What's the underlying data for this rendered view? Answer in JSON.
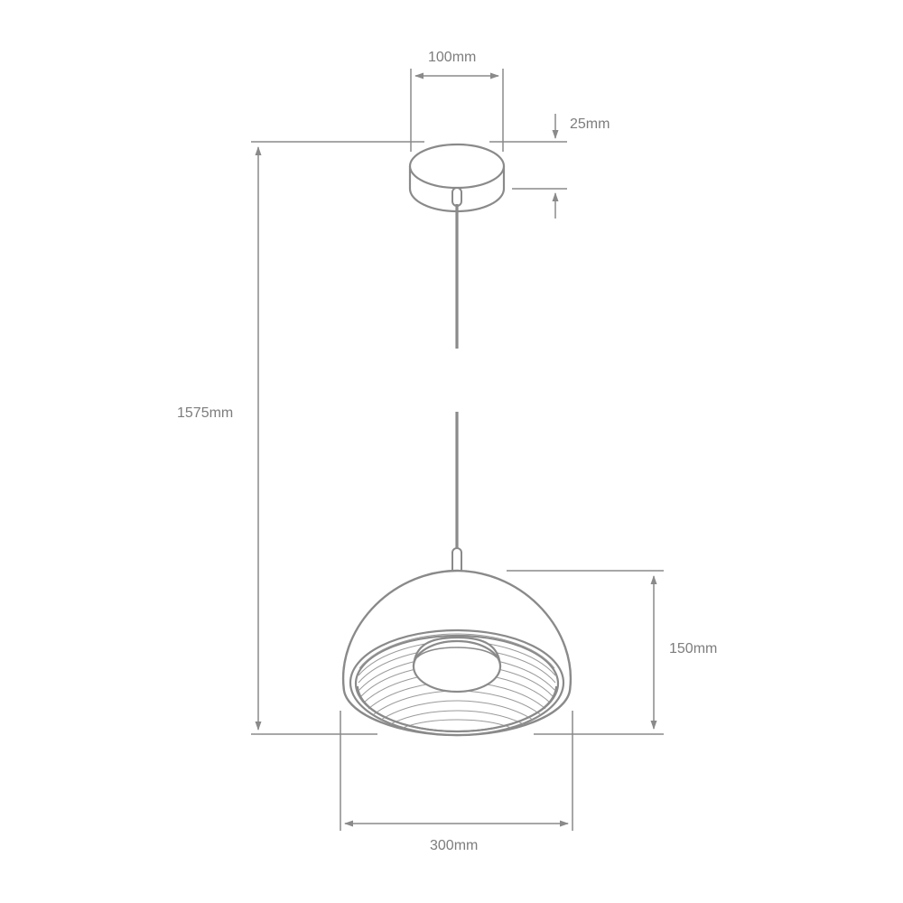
{
  "diagram": {
    "subject": "Dome pendant light dimension drawing",
    "line_color": "#8a8a8a",
    "text_color": "#7d7d7d",
    "dimensions": {
      "canopy_width": "100mm",
      "canopy_height": "25mm",
      "overall_drop": "1575mm",
      "shade_height": "150mm",
      "shade_diameter": "300mm"
    },
    "components": [
      "ceiling-canopy",
      "suspension-cable",
      "cable-grip",
      "dome-shade",
      "ribbed-reflector",
      "lamp-socket"
    ]
  }
}
